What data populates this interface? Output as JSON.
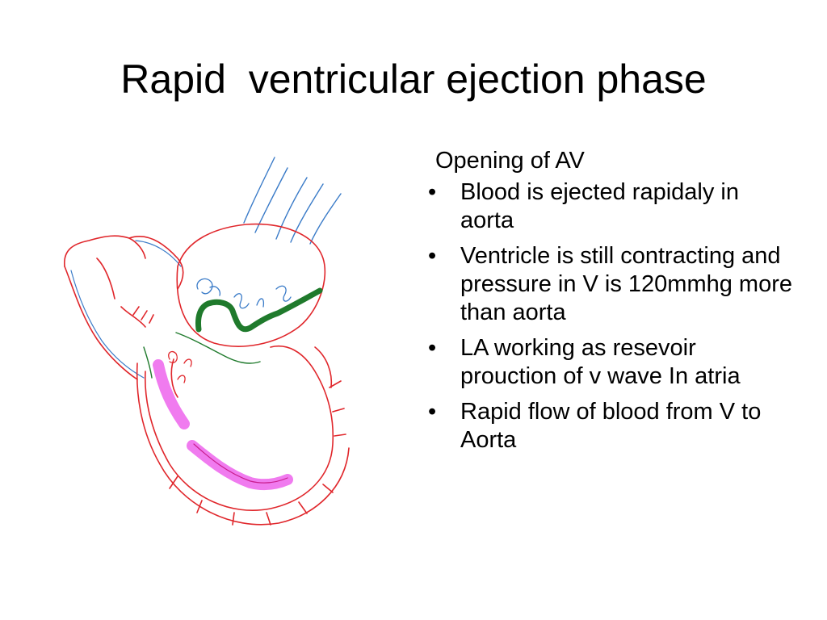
{
  "slide": {
    "title": "Rapid  ventricular ejection phase",
    "lead": "Opening of AV",
    "bullets": [
      "Blood is ejected rapidaly in aorta",
      "Ventricle is still contracting and pressure in V is 120mmhg more than aorta",
      "LA  working as resevoir prouction of v wave In atria",
      "Rapid flow of blood from V to Aorta"
    ],
    "bullet_glyph": "•"
  },
  "colors": {
    "ink_red": "#e0262b",
    "ink_blue": "#3a7bc8",
    "ink_green": "#1f7a2c",
    "ink_magenta": "#f07bef"
  }
}
